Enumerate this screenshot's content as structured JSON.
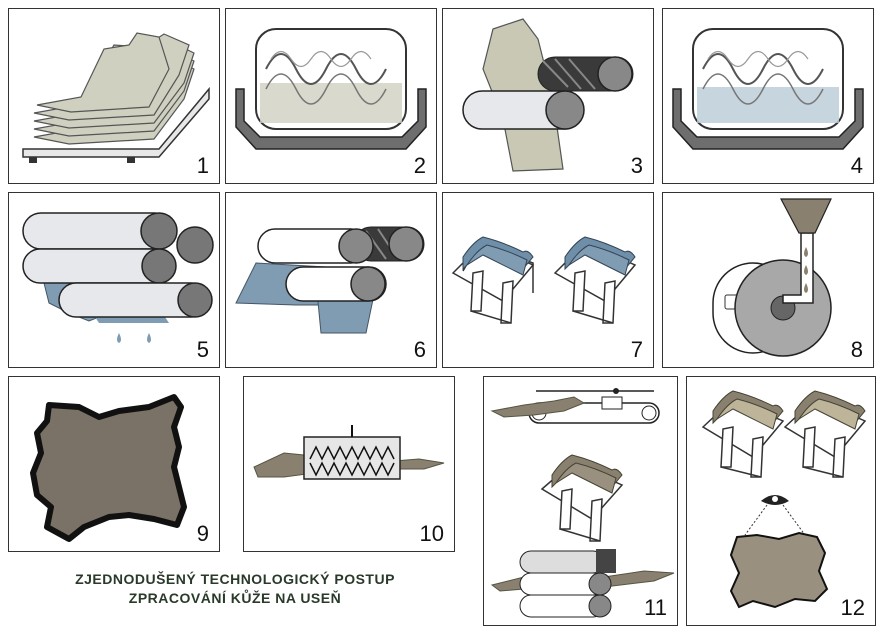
{
  "panels": [
    {
      "number": "1"
    },
    {
      "number": "2"
    },
    {
      "number": "3"
    },
    {
      "number": "4"
    },
    {
      "number": "5"
    },
    {
      "number": "6"
    },
    {
      "number": "7"
    },
    {
      "number": "8"
    },
    {
      "number": "9"
    },
    {
      "number": "10"
    },
    {
      "number": "11"
    },
    {
      "number": "12"
    }
  ],
  "caption": {
    "line1": "ZJEDNODUŠENÝ TECHNOLOGICKÝ POSTUP",
    "line2": "ZPRACOVÁNÍ KŮŽE NA USEŇ"
  },
  "colors": {
    "raw_hide": "#cfd0c0",
    "wet_blue": "#7f9cb3",
    "leather": "#8a8070",
    "finished": "#bdb49a",
    "machine_gray": "#6e6e6e",
    "roller_light": "#e6e8ec"
  }
}
